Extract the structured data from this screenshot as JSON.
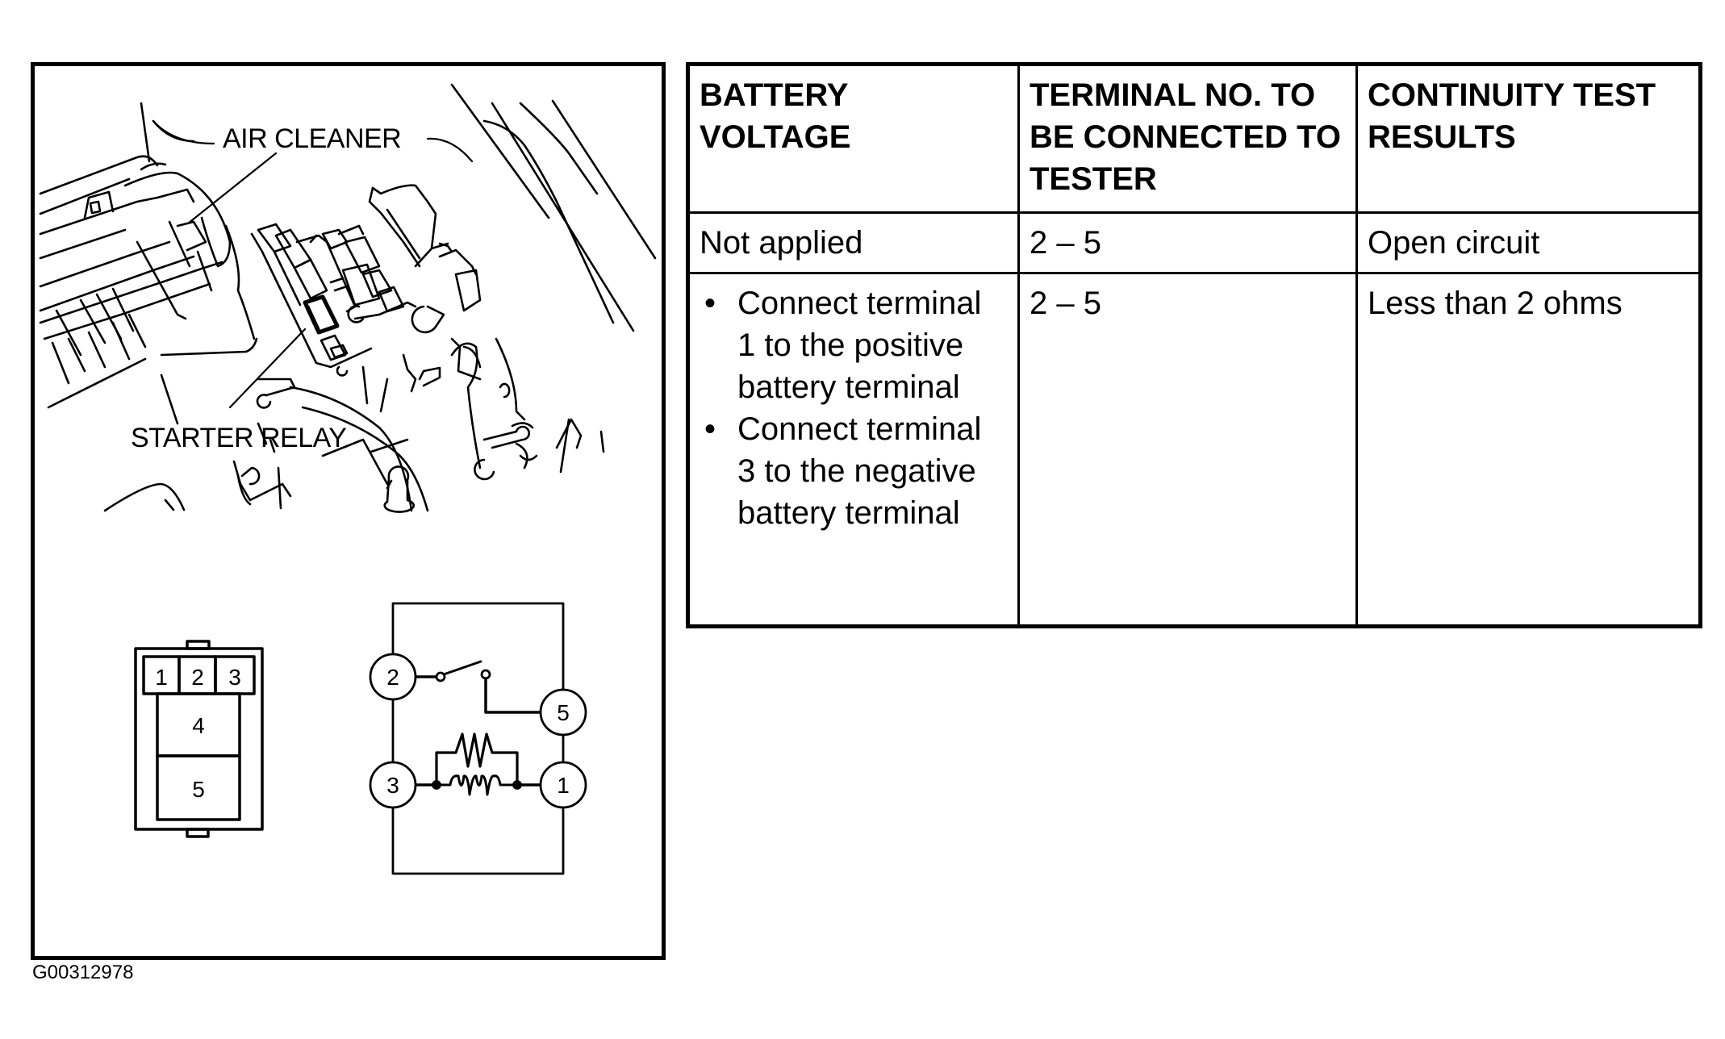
{
  "figure": {
    "callouts": {
      "air_cleaner": "AIR CLEANER",
      "starter_relay": "STARTER RELAY"
    },
    "figure_id": "G00312978",
    "connector": {
      "pins_top": [
        "1",
        "2",
        "3"
      ],
      "pins_lower": [
        "4",
        "5"
      ]
    },
    "circuit": {
      "terminals": {
        "t2": "2",
        "t5": "5",
        "t3": "3",
        "t1": "1"
      },
      "components": [
        "switch",
        "resistor",
        "coil"
      ]
    }
  },
  "table": {
    "headers": {
      "battery_voltage": "BATTERY VOLTAGE",
      "terminal_no": "TERMINAL NO. TO BE CONNECTED TO TESTER",
      "continuity": "CONTINUITY TEST RESULTS"
    },
    "rows": [
      {
        "battery_voltage": "Not applied",
        "terminal_no": "2 – 5",
        "continuity": "Open circuit"
      },
      {
        "battery_voltage_steps": [
          "Connect terminal 1 to the positive battery terminal",
          "Connect terminal 3 to the negative battery terminal"
        ],
        "bullet_glyph": "•",
        "terminal_no": "2 – 5",
        "continuity": "Less than 2 ohms"
      }
    ]
  }
}
